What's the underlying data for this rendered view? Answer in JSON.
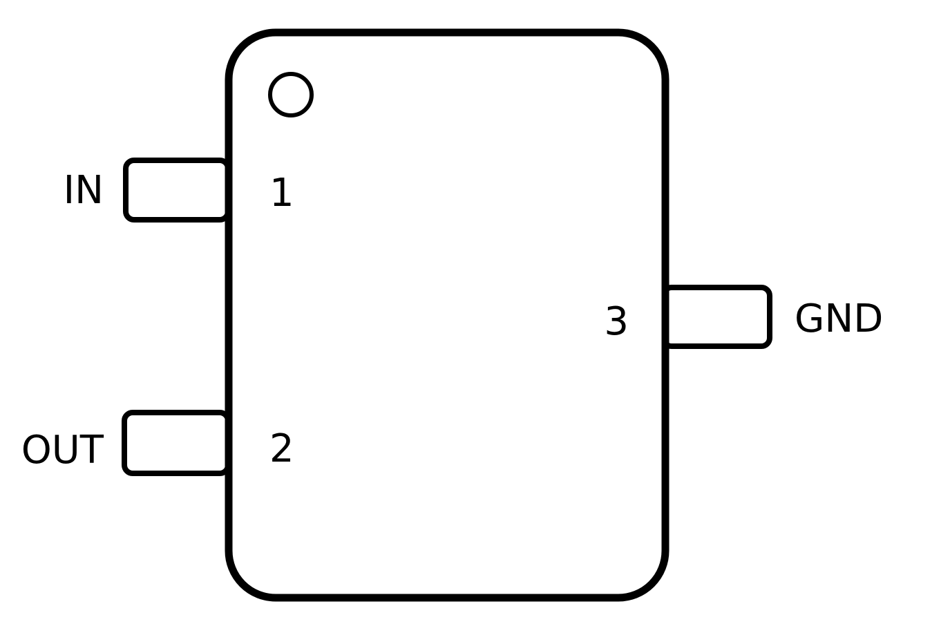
{
  "diagram": {
    "type": "ic-package-pinout",
    "package_shape": "rounded-rectangle",
    "pin1_indicator": "circle",
    "colors": {
      "stroke": "#000000",
      "fill": "#ffffff",
      "background": "#ffffff"
    },
    "pins": [
      {
        "number": "1",
        "name": "IN",
        "side": "left"
      },
      {
        "number": "2",
        "name": "OUT",
        "side": "left"
      },
      {
        "number": "3",
        "name": "GND",
        "side": "right"
      }
    ]
  }
}
